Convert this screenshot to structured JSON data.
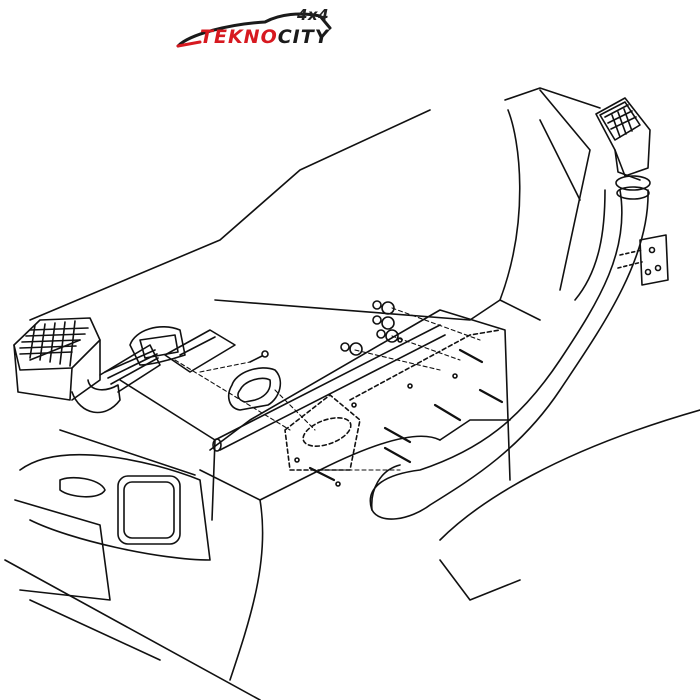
{
  "logo": {
    "top_text": "4x4",
    "brand_red": "TEKNO",
    "brand_dark": "CITY",
    "colors": {
      "red": "#d71920",
      "dark": "#1a1a1a"
    }
  },
  "diagram": {
    "subject": "snorkel-installation-exploded-view",
    "line_color": "#111111"
  }
}
